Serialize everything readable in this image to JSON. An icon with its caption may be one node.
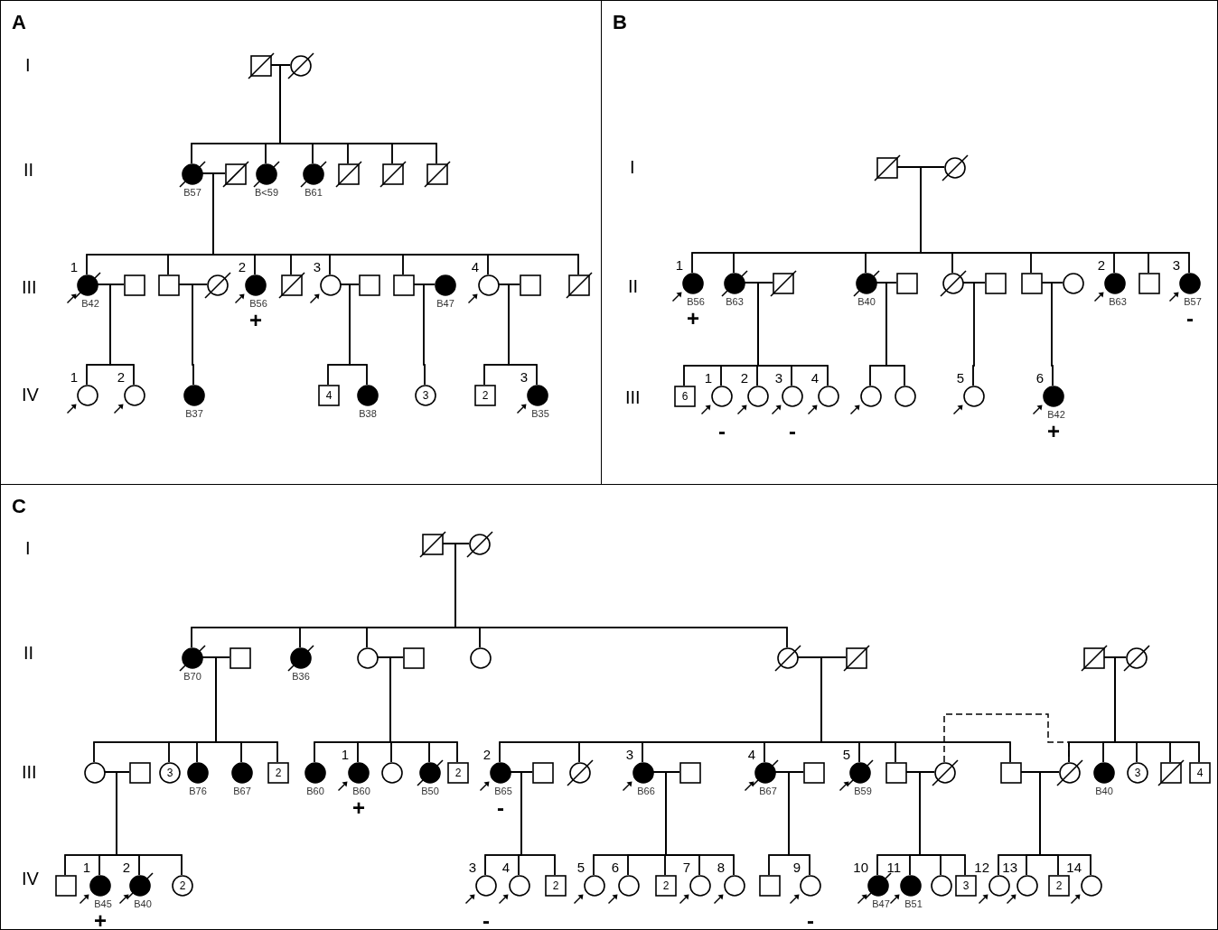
{
  "diagram": {
    "nodes": [
      {
        "text": [
          "A"
        ]
      },
      {
        "text": [],
        "shape": "box",
        "in": 0
      },
      {
        "text": [],
        "shape": "circle",
        "in": 0
      },
      {
        "text": [],
        "shape": "circle",
        "in": 0,
        "beside": [
          "B57"
        ]
      },
      {
        "text": [],
        "shape": "box",
        "in": 0
      },
      {
        "text": [],
        "shape": "circle",
        "in": 0,
        "beside": [
          "B<59"
        ]
      },
      {
        "text": [],
        "shape": "circle",
        "in": 0,
        "beside": [
          "B61"
        ]
      },
      {
        "text": [],
        "shape": "box",
        "in": 0
      },
      {
        "text": [],
        "shape": "box",
        "in": 0
      },
      {
        "text": [],
        "shape": "box",
        "in": 0
      },
      {
        "text": [],
        "shape": "circle",
        "in": 0,
        "beside": [
          "1",
          "B42"
        ]
      },
      {
        "text": [],
        "shape": "box",
        "in": 0
      },
      {
        "text": [],
        "shape": "box",
        "in": 0
      },
      {
        "text": [],
        "shape": "circle",
        "in": 0
      },
      {
        "text": [],
        "shape": "circle",
        "in": 0,
        "beside": [
          "2",
          "B56",
          "+"
        ]
      },
      {
        "text": [],
        "shape": "box",
        "in": 0
      },
      {
        "text": [],
        "shape": "circle",
        "in": 0,
        "beside": [
          "3"
        ]
      },
      {
        "text": [],
        "shape": "box",
        "in": 0
      },
      {
        "text": [],
        "shape": "box",
        "in": 0
      },
      {
        "text": [],
        "shape": "circle",
        "in": 0,
        "beside": [
          "B47"
        ]
      },
      {
        "text": [],
        "shape": "circle",
        "in": 0,
        "beside": [
          "4"
        ]
      },
      {
        "text": [],
        "shape": "box",
        "in": 0
      },
      {
        "text": [],
        "shape": "box",
        "in": 0
      },
      {
        "text": [],
        "shape": "circle",
        "in": 0,
        "beside": [
          "1"
        ]
      },
      {
        "text": [],
        "shape": "circle",
        "in": 0,
        "beside": [
          "2"
        ]
      },
      {
        "text": [],
        "shape": "circle",
        "in": 0,
        "beside": [
          "B37"
        ]
      },
      {
        "text": [
          "4"
        ],
        "in": 0
      },
      {
        "text": [],
        "shape": "circle",
        "in": 0,
        "beside": [
          "B38"
        ]
      },
      {
        "text": [
          "3"
        ],
        "in": 0
      },
      {
        "text": [
          "2"
        ],
        "in": 0
      },
      {
        "text": [],
        "shape": "circle",
        "in": 0,
        "beside": [
          "3",
          "B35"
        ]
      },
      {
        "text": [
          "B"
        ]
      },
      {
        "text": [],
        "shape": "box",
        "in": 31
      },
      {
        "text": [],
        "shape": "circle",
        "in": 31
      },
      {
        "text": [],
        "shape": "circle",
        "in": 31,
        "beside": [
          "1",
          "B56",
          "+"
        ]
      },
      {
        "text": [],
        "shape": "circle",
        "in": 31,
        "beside": [
          "B63"
        ]
      },
      {
        "text": [],
        "shape": "box",
        "in": 31
      },
      {
        "text": [],
        "shape": "circle",
        "in": 31,
        "beside": [
          "B40"
        ]
      },
      {
        "text": [],
        "shape": "box",
        "in": 31
      },
      {
        "text": [],
        "shape": "circle",
        "in": 31
      },
      {
        "text": [],
        "shape": "box",
        "in": 31
      },
      {
        "text": [],
        "shape": "box",
        "in": 31
      },
      {
        "text": [],
        "shape": "circle",
        "in": 31
      },
      {
        "text": [],
        "shape": "circle",
        "in": 31,
        "beside": [
          "2",
          "B63"
        ]
      },
      {
        "text": [],
        "shape": "box",
        "in": 31
      },
      {
        "text": [],
        "shape": "circle",
        "in": 31,
        "beside": [
          "3",
          "B57",
          "-"
        ]
      },
      {
        "text": [
          "6"
        ],
        "in": 31
      },
      {
        "text": [],
        "shape": "circle",
        "in": 31,
        "beside": [
          "1",
          "-"
        ]
      },
      {
        "text": [],
        "shape": "circle",
        "in": 31,
        "beside": [
          "2"
        ]
      },
      {
        "text": [],
        "shape": "circle",
        "in": 31,
        "beside": [
          "3",
          "-"
        ]
      },
      {
        "text": [],
        "shape": "circle",
        "in": 31,
        "beside": [
          "4"
        ]
      },
      {
        "text": [],
        "shape": "circle",
        "in": 31
      },
      {
        "text": [],
        "shape": "circle",
        "in": 31
      },
      {
        "text": [],
        "shape": "circle",
        "in": 31,
        "beside": [
          "5"
        ]
      },
      {
        "text": [],
        "shape": "circle",
        "in": 31,
        "beside": [
          "6",
          "B42",
          "+"
        ]
      },
      {
        "text": [
          "C"
        ]
      },
      {
        "text": [],
        "shape": "box",
        "in": 55
      },
      {
        "text": [],
        "shape": "circle",
        "in": 55
      },
      {
        "text": [],
        "shape": "circle",
        "in": 55,
        "beside": [
          "B70"
        ]
      },
      {
        "text": [],
        "shape": "box",
        "in": 55
      },
      {
        "text": [],
        "shape": "circle",
        "in": 55,
        "beside": [
          "B36"
        ]
      },
      {
        "text": [],
        "shape": "circle",
        "in": 55
      },
      {
        "text": [],
        "shape": "box",
        "in": 55
      },
      {
        "text": [],
        "shape": "circle",
        "in": 55
      },
      {
        "text": [],
        "shape": "circle",
        "in": 55
      },
      {
        "text": [],
        "shape": "box",
        "in": 55
      },
      {
        "text": [],
        "shape": "box",
        "in": 55
      },
      {
        "text": [],
        "shape": "circle",
        "in": 55
      },
      {
        "text": [],
        "shape": "circle",
        "in": 55
      },
      {
        "text": [],
        "shape": "box",
        "in": 55
      },
      {
        "text": [
          "3"
        ],
        "in": 55
      },
      {
        "text": [],
        "shape": "circle",
        "in": 55,
        "beside": [
          "B76"
        ]
      },
      {
        "text": [],
        "shape": "circle",
        "in": 55,
        "beside": [
          "B67"
        ]
      },
      {
        "text": [
          "2"
        ],
        "in": 55
      },
      {
        "text": [],
        "shape": "circle",
        "in": 55,
        "beside": [
          "B60"
        ]
      },
      {
        "text": [],
        "shape": "circle",
        "in": 55,
        "beside": [
          "1",
          "B60",
          "+"
        ]
      },
      {
        "text": [],
        "shape": "circle",
        "in": 55
      },
      {
        "text": [],
        "shape": "circle",
        "in": 55,
        "beside": [
          "B50"
        ]
      },
      {
        "text": [
          "2"
        ],
        "in": 55
      },
      {
        "text": [],
        "shape": "circle",
        "in": 55,
        "beside": [
          "2",
          "B65",
          "-"
        ]
      },
      {
        "text": [],
        "shape": "box",
        "in": 55
      },
      {
        "text": [],
        "shape": "circle",
        "in": 55
      },
      {
        "text": [],
        "shape": "circle",
        "in": 55,
        "beside": [
          "3",
          "B66"
        ]
      },
      {
        "text": [],
        "shape": "box",
        "in": 55
      },
      {
        "text": [],
        "shape": "circle",
        "in": 55,
        "beside": [
          "4",
          "B67"
        ]
      },
      {
        "text": [],
        "shape": "box",
        "in": 55
      },
      {
        "text": [],
        "shape": "circle",
        "in": 55,
        "beside": [
          "5",
          "B59"
        ]
      },
      {
        "text": [],
        "shape": "box",
        "in": 55
      },
      {
        "text": [],
        "shape": "circle",
        "in": 55
      },
      {
        "text": [],
        "shape": "box",
        "in": 55
      },
      {
        "text": [],
        "shape": "circle",
        "in": 55
      },
      {
        "text": [],
        "shape": "circle",
        "in": 55,
        "beside": [
          "B40"
        ]
      },
      {
        "text": [
          "3"
        ],
        "in": 55
      },
      {
        "text": [],
        "shape": "box",
        "in": 55
      },
      {
        "text": [
          "4"
        ],
        "in": 55
      },
      {
        "text": [],
        "shape": "box",
        "in": 55
      },
      {
        "text": [],
        "shape": "circle",
        "in": 55,
        "beside": [
          "1",
          "B45",
          "+"
        ]
      },
      {
        "text": [],
        "shape": "circle",
        "in": 55,
        "beside": [
          "2",
          "B40"
        ]
      },
      {
        "text": [
          "2"
        ],
        "in": 55
      },
      {
        "text": [],
        "shape": "circle",
        "in": 55,
        "beside": [
          "3",
          "-"
        ]
      },
      {
        "text": [],
        "shape": "circle",
        "in": 55,
        "beside": [
          "4"
        ]
      },
      {
        "text": [
          "2"
        ],
        "in": 55
      },
      {
        "text": [],
        "shape": "circle",
        "in": 55,
        "beside": [
          "5"
        ]
      },
      {
        "text": [],
        "shape": "circle",
        "in": 55,
        "beside": [
          "6"
        ]
      },
      {
        "text": [
          "2"
        ],
        "in": 55
      },
      {
        "text": [],
        "shape": "circle",
        "in": 55,
        "beside": [
          "7"
        ]
      },
      {
        "text": [],
        "shape": "circle",
        "in": 55,
        "beside": [
          "8"
        ]
      },
      {
        "text": [],
        "shape": "box",
        "in": 55
      },
      {
        "text": [],
        "shape": "circle",
        "in": 55,
        "beside": [
          "9",
          "-"
        ]
      },
      {
        "text": [],
        "shape": "circle",
        "in": 55,
        "beside": [
          "10",
          "B47"
        ]
      },
      {
        "text": [],
        "shape": "circle",
        "in": 55,
        "beside": [
          "11",
          "B51"
        ]
      },
      {
        "text": [],
        "shape": "circle",
        "in": 55
      },
      {
        "text": [
          "3"
        ],
        "in": 55
      },
      {
        "text": [],
        "shape": "circle",
        "in": 55,
        "beside": [
          "12"
        ]
      },
      {
        "text": [],
        "shape": "circle",
        "in": 55,
        "beside": [
          "13"
        ]
      },
      {
        "text": [
          "2"
        ],
        "in": 55
      },
      {
        "text": [],
        "shape": "circle",
        "in": 55,
        "beside": [
          "14"
        ]
      }
    ],
    "edges": [
      {
        "from": 1,
        "to": 2,
        "arrow": "none"
      },
      {
        "from": 1,
        "to": 3,
        "arrow": "none"
      },
      {
        "from": 2,
        "to": 3,
        "arrow": "none"
      },
      {
        "from": 1,
        "to": 5,
        "arrow": "none"
      },
      {
        "from": 2,
        "to": 5,
        "arrow": "none"
      },
      {
        "from": 1,
        "to": 6,
        "arrow": "none"
      },
      {
        "from": 2,
        "to": 6,
        "arrow": "none"
      },
      {
        "from": 1,
        "to": 7,
        "arrow": "none"
      },
      {
        "from": 2,
        "to": 7,
        "arrow": "none"
      },
      {
        "from": 1,
        "to": 8,
        "arrow": "none"
      },
      {
        "from": 2,
        "to": 8,
        "arrow": "none"
      },
      {
        "from": 1,
        "to": 9,
        "arrow": "none"
      },
      {
        "from": 2,
        "to": 9,
        "arrow": "none"
      },
      {
        "from": 3,
        "to": 4,
        "arrow": "none"
      },
      {
        "from": 3,
        "to": 10,
        "arrow": "none"
      },
      {
        "from": 4,
        "to": 10,
        "arrow": "none"
      },
      {
        "from": 3,
        "to": 12,
        "arrow": "none"
      },
      {
        "from": 4,
        "to": 12,
        "arrow": "none"
      },
      {
        "from": 3,
        "to": 14,
        "arrow": "none"
      },
      {
        "from": 4,
        "to": 14,
        "arrow": "none"
      },
      {
        "from": 3,
        "to": 15,
        "arrow": "none"
      },
      {
        "from": 4,
        "to": 15,
        "arrow": "none"
      },
      {
        "from": 3,
        "to": 16,
        "arrow": "none"
      },
      {
        "from": 4,
        "to": 16,
        "arrow": "none"
      },
      {
        "from": 3,
        "to": 18,
        "arrow": "none"
      },
      {
        "from": 4,
        "to": 18,
        "arrow": "none"
      },
      {
        "from": 3,
        "to": 20,
        "arrow": "none"
      },
      {
        "from": 4,
        "to": 20,
        "arrow": "none"
      },
      {
        "from": 3,
        "to": 22,
        "arrow": "none"
      },
      {
        "from": 4,
        "to": 22,
        "arrow": "none"
      },
      {
        "from": 10,
        "to": 11,
        "arrow": "none"
      },
      {
        "from": 10,
        "to": 23,
        "arrow": "none"
      },
      {
        "from": 11,
        "to": 23,
        "arrow": "none"
      },
      {
        "from": 10,
        "to": 24,
        "arrow": "none"
      },
      {
        "from": 11,
        "to": 24,
        "arrow": "none"
      },
      {
        "from": 12,
        "to": 13,
        "arrow": "none"
      },
      {
        "from": 12,
        "to": 25,
        "arrow": "none"
      },
      {
        "from": 13,
        "to": 25,
        "arrow": "none"
      },
      {
        "from": 16,
        "to": 17,
        "arrow": "none"
      },
      {
        "from": 16,
        "to": 26,
        "arrow": "none"
      },
      {
        "from": 17,
        "to": 26,
        "arrow": "none"
      },
      {
        "from": 16,
        "to": 27,
        "arrow": "none"
      },
      {
        "from": 17,
        "to": 27,
        "arrow": "none"
      },
      {
        "from": 18,
        "to": 19,
        "arrow": "none"
      },
      {
        "from": 18,
        "to": 28,
        "arrow": "none"
      },
      {
        "from": 19,
        "to": 28,
        "arrow": "none"
      },
      {
        "from": 20,
        "to": 21,
        "arrow": "none"
      },
      {
        "from": 20,
        "to": 29,
        "arrow": "none"
      },
      {
        "from": 21,
        "to": 29,
        "arrow": "none"
      },
      {
        "from": 20,
        "to": 30,
        "arrow": "none"
      },
      {
        "from": 21,
        "to": 30,
        "arrow": "none"
      },
      {
        "from": 32,
        "to": 33,
        "arrow": "none"
      },
      {
        "from": 32,
        "to": 34,
        "arrow": "none"
      },
      {
        "from": 33,
        "to": 34,
        "arrow": "none"
      },
      {
        "from": 32,
        "to": 35,
        "arrow": "none"
      },
      {
        "from": 33,
        "to": 35,
        "arrow": "none"
      },
      {
        "from": 32,
        "to": 37,
        "arrow": "none"
      },
      {
        "from": 33,
        "to": 37,
        "arrow": "none"
      },
      {
        "from": 32,
        "to": 39,
        "arrow": "none"
      },
      {
        "from": 33,
        "to": 39,
        "arrow": "none"
      },
      {
        "from": 32,
        "to": 41,
        "arrow": "none"
      },
      {
        "from": 33,
        "to": 41,
        "arrow": "none"
      },
      {
        "from": 32,
        "to": 43,
        "arrow": "none"
      },
      {
        "from": 33,
        "to": 43,
        "arrow": "none"
      },
      {
        "from": 32,
        "to": 44,
        "arrow": "none"
      },
      {
        "from": 33,
        "to": 44,
        "arrow": "none"
      },
      {
        "from": 32,
        "to": 45,
        "arrow": "none"
      },
      {
        "from": 33,
        "to": 45,
        "arrow": "none"
      },
      {
        "from": 35,
        "to": 36,
        "arrow": "none"
      },
      {
        "from": 35,
        "to": 46,
        "arrow": "none"
      },
      {
        "from": 36,
        "to": 46,
        "arrow": "none"
      },
      {
        "from": 35,
        "to": 47,
        "arrow": "none"
      },
      {
        "from": 36,
        "to": 47,
        "arrow": "none"
      },
      {
        "from": 35,
        "to": 48,
        "arrow": "none"
      },
      {
        "from": 36,
        "to": 48,
        "arrow": "none"
      },
      {
        "from": 35,
        "to": 49,
        "arrow": "none"
      },
      {
        "from": 36,
        "to": 49,
        "arrow": "none"
      },
      {
        "from": 35,
        "to": 50,
        "arrow": "none"
      },
      {
        "from": 36,
        "to": 50,
        "arrow": "none"
      },
      {
        "from": 37,
        "to": 38,
        "arrow": "none"
      },
      {
        "from": 37,
        "to": 51,
        "arrow": "none"
      },
      {
        "from": 38,
        "to": 51,
        "arrow": "none"
      },
      {
        "from": 37,
        "to": 52,
        "arrow": "none"
      },
      {
        "from": 38,
        "to": 52,
        "arrow": "none"
      },
      {
        "from": 39,
        "to": 40,
        "arrow": "none"
      },
      {
        "from": 39,
        "to": 53,
        "arrow": "none"
      },
      {
        "from": 40,
        "to": 53,
        "arrow": "none"
      },
      {
        "from": 41,
        "to": 42,
        "arrow": "none"
      },
      {
        "from": 41,
        "to": 54,
        "arrow": "none"
      },
      {
        "from": 42,
        "to": 54,
        "arrow": "none"
      },
      {
        "from": 56,
        "to": 57,
        "arrow": "none"
      },
      {
        "from": 56,
        "to": 58,
        "arrow": "none"
      },
      {
        "from": 57,
        "to": 58,
        "arrow": "none"
      },
      {
        "from": 56,
        "to": 60,
        "arrow": "none"
      },
      {
        "from": 57,
        "to": 60,
        "arrow": "none"
      },
      {
        "from": 56,
        "to": 61,
        "arrow": "none"
      },
      {
        "from": 57,
        "to": 61,
        "arrow": "none"
      },
      {
        "from": 56,
        "to": 63,
        "arrow": "none"
      },
      {
        "from": 57,
        "to": 63,
        "arrow": "none"
      },
      {
        "from": 56,
        "to": 64,
        "arrow": "none"
      },
      {
        "from": 57,
        "to": 64,
        "arrow": "none"
      },
      {
        "from": 58,
        "to": 59,
        "arrow": "none"
      },
      {
        "from": 58,
        "to": 68,
        "arrow": "none"
      },
      {
        "from": 59,
        "to": 68,
        "arrow": "none"
      },
      {
        "from": 58,
        "to": 70,
        "arrow": "none"
      },
      {
        "from": 59,
        "to": 70,
        "arrow": "none"
      },
      {
        "from": 58,
        "to": 71,
        "arrow": "none"
      },
      {
        "from": 59,
        "to": 71,
        "arrow": "none"
      },
      {
        "from": 58,
        "to": 72,
        "arrow": "none"
      },
      {
        "from": 59,
        "to": 72,
        "arrow": "none"
      },
      {
        "from": 58,
        "to": 73,
        "arrow": "none"
      },
      {
        "from": 59,
        "to": 73,
        "arrow": "none"
      },
      {
        "from": 61,
        "to": 62,
        "arrow": "none"
      },
      {
        "from": 61,
        "to": 74,
        "arrow": "none"
      },
      {
        "from": 62,
        "to": 74,
        "arrow": "none"
      },
      {
        "from": 61,
        "to": 75,
        "arrow": "none"
      },
      {
        "from": 62,
        "to": 75,
        "arrow": "none"
      },
      {
        "from": 61,
        "to": 76,
        "arrow": "none"
      },
      {
        "from": 62,
        "to": 76,
        "arrow": "none"
      },
      {
        "from": 61,
        "to": 77,
        "arrow": "none"
      },
      {
        "from": 62,
        "to": 77,
        "arrow": "none"
      },
      {
        "from": 61,
        "to": 78,
        "arrow": "none"
      },
      {
        "from": 62,
        "to": 78,
        "arrow": "none"
      },
      {
        "from": 64,
        "to": 65,
        "arrow": "none"
      },
      {
        "from": 64,
        "to": 79,
        "arrow": "none"
      },
      {
        "from": 65,
        "to": 79,
        "arrow": "none"
      },
      {
        "from": 64,
        "to": 81,
        "arrow": "none"
      },
      {
        "from": 65,
        "to": 81,
        "arrow": "none"
      },
      {
        "from": 64,
        "to": 82,
        "arrow": "none"
      },
      {
        "from": 65,
        "to": 82,
        "arrow": "none"
      },
      {
        "from": 64,
        "to": 84,
        "arrow": "none"
      },
      {
        "from": 65,
        "to": 84,
        "arrow": "none"
      },
      {
        "from": 64,
        "to": 86,
        "arrow": "none"
      },
      {
        "from": 65,
        "to": 86,
        "arrow": "none"
      },
      {
        "from": 64,
        "to": 87,
        "arrow": "none"
      },
      {
        "from": 65,
        "to": 87,
        "arrow": "none"
      },
      {
        "from": 64,
        "to": 89,
        "arrow": "none"
      },
      {
        "from": 65,
        "to": 89,
        "arrow": "none"
      },
      {
        "from": 66,
        "to": 67,
        "arrow": "none"
      },
      {
        "from": 66,
        "to": 90,
        "arrow": "none"
      },
      {
        "from": 67,
        "to": 90,
        "arrow": "none"
      },
      {
        "from": 66,
        "to": 91,
        "arrow": "none"
      },
      {
        "from": 67,
        "to": 91,
        "arrow": "none"
      },
      {
        "from": 66,
        "to": 92,
        "arrow": "none"
      },
      {
        "from": 67,
        "to": 92,
        "arrow": "none"
      },
      {
        "from": 66,
        "to": 93,
        "arrow": "none"
      },
      {
        "from": 67,
        "to": 93,
        "arrow": "none"
      },
      {
        "from": 66,
        "to": 94,
        "arrow": "none"
      },
      {
        "from": 67,
        "to": 94,
        "arrow": "none"
      },
      {
        "from": 68,
        "to": 69,
        "arrow": "none"
      },
      {
        "from": 68,
        "to": 95,
        "arrow": "none"
      },
      {
        "from": 69,
        "to": 95,
        "arrow": "none"
      },
      {
        "from": 68,
        "to": 96,
        "arrow": "none"
      },
      {
        "from": 69,
        "to": 96,
        "arrow": "none"
      },
      {
        "from": 68,
        "to": 97,
        "arrow": "none"
      },
      {
        "from": 69,
        "to": 97,
        "arrow": "none"
      },
      {
        "from": 68,
        "to": 98,
        "arrow": "none"
      },
      {
        "from": 69,
        "to": 98,
        "arrow": "none"
      },
      {
        "from": 79,
        "to": 80,
        "arrow": "none"
      },
      {
        "from": 79,
        "to": 99,
        "arrow": "none"
      },
      {
        "from": 80,
        "to": 99,
        "arrow": "none"
      },
      {
        "from": 79,
        "to": 100,
        "arrow": "none"
      },
      {
        "from": 80,
        "to": 100,
        "arrow": "none"
      },
      {
        "from": 79,
        "to": 101,
        "arrow": "none"
      },
      {
        "from": 80,
        "to": 101,
        "arrow": "none"
      },
      {
        "from": 82,
        "to": 83,
        "arrow": "none"
      },
      {
        "from": 82,
        "to": 102,
        "arrow": "none"
      },
      {
        "from": 83,
        "to": 102,
        "arrow": "none"
      },
      {
        "from": 82,
        "to": 103,
        "arrow": "none"
      },
      {
        "from": 83,
        "to": 103,
        "arrow": "none"
      },
      {
        "from": 82,
        "to": 104,
        "arrow": "none"
      },
      {
        "from": 83,
        "to": 104,
        "arrow": "none"
      },
      {
        "from": 82,
        "to": 105,
        "arrow": "none"
      },
      {
        "from": 83,
        "to": 105,
        "arrow": "none"
      },
      {
        "from": 82,
        "to": 106,
        "arrow": "none"
      },
      {
        "from": 83,
        "to": 106,
        "arrow": "none"
      },
      {
        "from": 84,
        "to": 85,
        "arrow": "none"
      },
      {
        "from": 84,
        "to": 107,
        "arrow": "none"
      },
      {
        "from": 85,
        "to": 107,
        "arrow": "none"
      },
      {
        "from": 84,
        "to": 108,
        "arrow": "none"
      },
      {
        "from": 85,
        "to": 108,
        "arrow": "none"
      },
      {
        "from": 87,
        "to": 88,
        "arrow": "none"
      },
      {
        "from": 87,
        "to": 109,
        "arrow": "none"
      },
      {
        "from": 88,
        "to": 109,
        "arrow": "none"
      },
      {
        "from": 87,
        "to": 110,
        "arrow": "none"
      },
      {
        "from": 88,
        "to": 110,
        "arrow": "none"
      },
      {
        "from": 87,
        "to": 111,
        "arrow": "none"
      },
      {
        "from": 88,
        "to": 111,
        "arrow": "none"
      },
      {
        "from": 87,
        "to": 112,
        "arrow": "none"
      },
      {
        "from": 88,
        "to": 112,
        "arrow": "none"
      },
      {
        "from": 89,
        "to": 90,
        "arrow": "none"
      },
      {
        "from": 89,
        "to": 113,
        "arrow": "none"
      },
      {
        "from": 90,
        "to": 113,
        "arrow": "none"
      },
      {
        "from": 89,
        "to": 114,
        "arrow": "none"
      },
      {
        "from": 90,
        "to": 114,
        "arrow": "none"
      },
      {
        "from": 89,
        "to": 115,
        "arrow": "none"
      },
      {
        "from": 90,
        "to": 115,
        "arrow": "none"
      },
      {
        "from": 89,
        "to": 116,
        "arrow": "none"
      },
      {
        "from": 90,
        "to": 116,
        "arrow": "none"
      },
      {
        "from": 88,
        "to": 90,
        "arrow": "none",
        "style": "dashed"
      }
    ],
    "labels": [
      "I",
      "II",
      "III",
      "IV",
      "I",
      "II",
      "III",
      "I",
      "II",
      "III",
      "IV"
    ]
  }
}
